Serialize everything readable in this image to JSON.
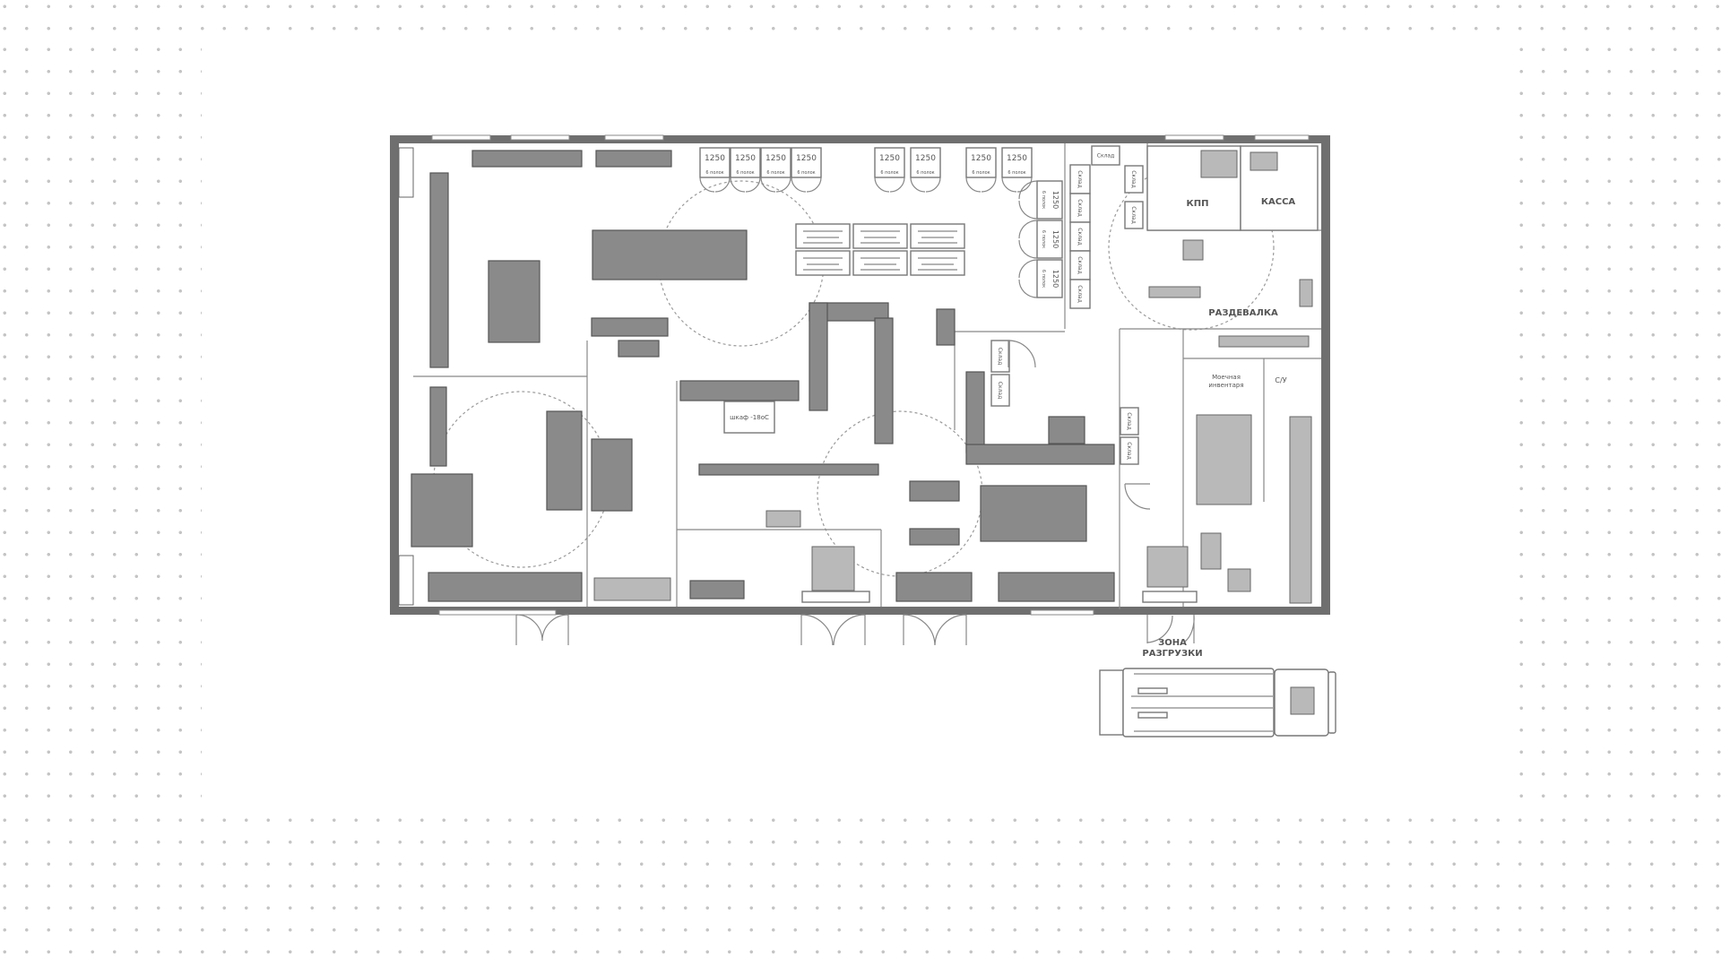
{
  "background": {
    "color": "#ffffff",
    "dot_color": "#c4c4c4"
  },
  "plan": {
    "wall_color": "#6f6f6f",
    "equipment_color": "#8a8a8a",
    "rooms": {
      "checkpoint": "КПП",
      "cashier": "КАССА",
      "locker_room": "РАЗДЕВАЛКА",
      "inventory_wash_1": "Моечная",
      "inventory_wash_2": "инвентаря",
      "wc": "С/У",
      "unloading_1": "ЗОНА",
      "unloading_2": "РАЗГРУЗКИ"
    },
    "cold_units": {
      "capacity": "1250",
      "shelves": "6 полок"
    },
    "storage_label": "Склад",
    "freezer_label": "шкаф -18оС"
  }
}
